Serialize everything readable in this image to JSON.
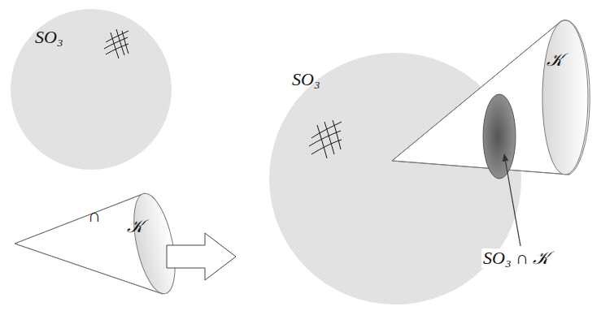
{
  "diagram": {
    "nodes": [
      {
        "text": [
          "SO₃"
        ]
      },
      {
        "text": [
          "𝒦"
        ]
      },
      {
        "text": [
          "SO₃"
        ]
      },
      {
        "text": [
          "𝒦"
        ]
      }
    ],
    "labels": [
      "∩",
      "SO₃ ∩ 𝒦"
    ]
  }
}
